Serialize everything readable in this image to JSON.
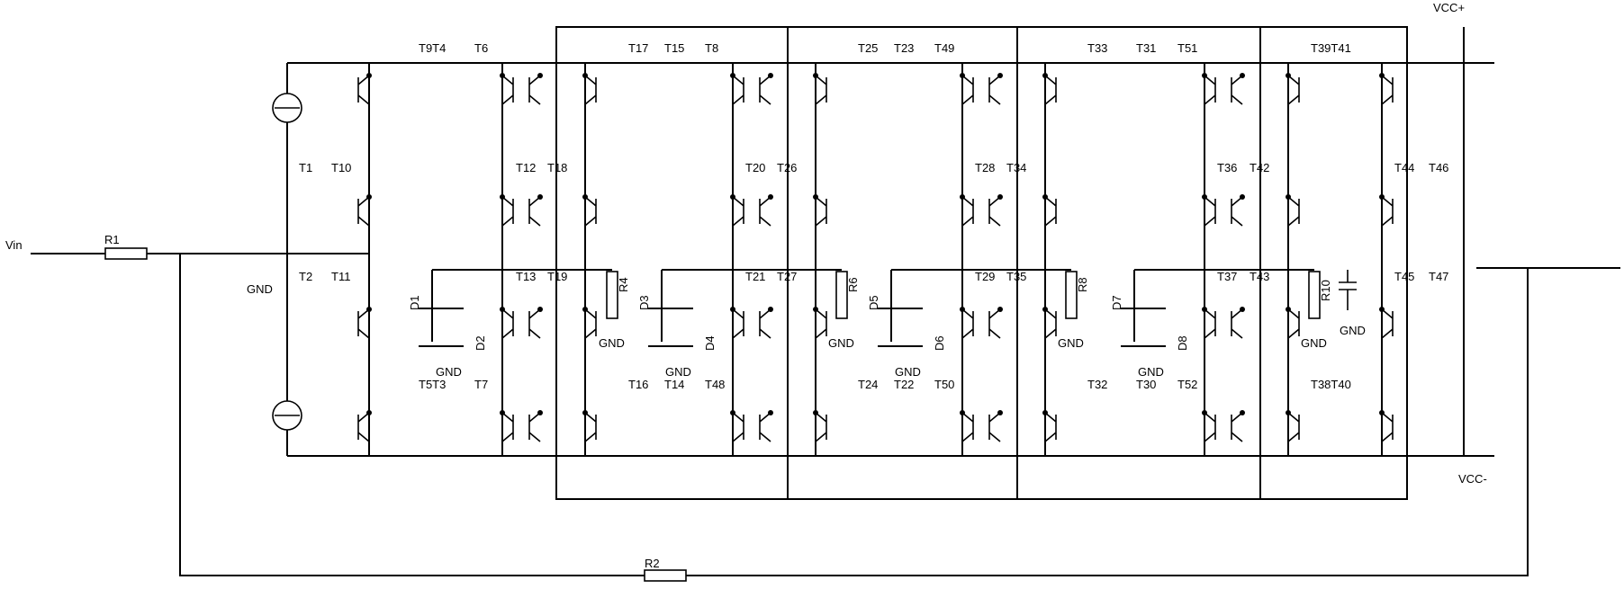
{
  "labels": {
    "vin": "Vin",
    "vcc_plus": "VCC+",
    "vcc_minus": "VCC-",
    "r1": "R1",
    "r2": "R2",
    "gnd1": "GND",
    "gnd2": "GND",
    "gnd3": "GND",
    "gnd4": "GND",
    "gnd5": "GND",
    "gnd6": "GND",
    "gnd7": "GND",
    "gnd8": "GND",
    "gnd9": "GND",
    "gnd10": "GND"
  },
  "column_labels": {
    "s1_top_a": "T9T4",
    "s1_top_b": "T6",
    "s1_mid1_a": "T1",
    "s1_mid1_b": "T10",
    "s1_mid2_a": "T2",
    "s1_mid2_b": "T11",
    "s1_bot_a": "T5T3",
    "s1_bot_b": "T7",
    "s2_top_a": "T17",
    "s2_top_b": "T15",
    "s2_top_c": "T8",
    "s2_mid1_a": "T12",
    "s2_mid1_b": "T18",
    "s2_mid2_a": "T13",
    "s2_mid2_b": "T19",
    "s2_bot_a": "T16",
    "s2_bot_b": "T14",
    "s2_bot_c": "T48",
    "s3_top_a": "T25",
    "s3_top_b": "T23",
    "s3_top_c": "T49",
    "s3_mid1_a": "T20",
    "s3_mid1_b": "T26",
    "s3_mid2_a": "T21",
    "s3_mid2_b": "T27",
    "s3_bot_a": "T24",
    "s3_bot_b": "T22",
    "s3_bot_c": "T50",
    "s4_top_a": "T33",
    "s4_top_b": "T31",
    "s4_top_c": "T51",
    "s4_mid1_a": "T28",
    "s4_mid1_b": "T34",
    "s4_mid2_a": "T29",
    "s4_mid2_b": "T35",
    "s4_bot_a": "T32",
    "s4_bot_b": "T30",
    "s4_bot_c": "T52",
    "s5_top_a": "T39T41",
    "s5_mid1_a": "T36",
    "s5_mid1_b": "T42",
    "s5_mid2_a": "T37",
    "s5_mid2_b": "T43",
    "s5_bot_a": "T38T40",
    "s6_mid1_a": "T44",
    "s6_mid1_b": "T46",
    "s6_mid2_a": "T45",
    "s6_mid2_b": "T47"
  },
  "component_labels": {
    "d1": "D1",
    "d2": "D2",
    "d3": "D3",
    "d4": "D4",
    "d5": "D5",
    "d6": "D6",
    "d7": "D7",
    "d8": "D8",
    "r4": "R4",
    "r6": "R6",
    "r8": "R8",
    "r10": "R10"
  }
}
